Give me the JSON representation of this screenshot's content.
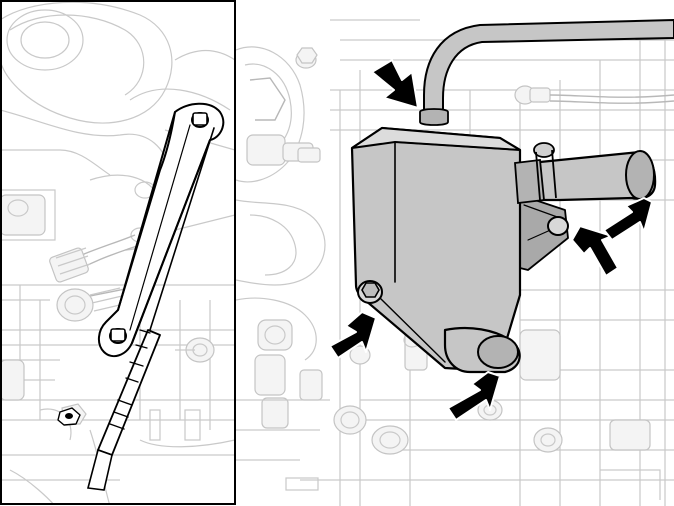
{
  "figure": {
    "panels": [
      {
        "id": "left",
        "subject": "bracket-removal",
        "callouts": 0
      },
      {
        "id": "right",
        "subject": "oil-separator-removal",
        "callouts": 5
      }
    ],
    "colors": {
      "line": "#000000",
      "part_fill": "#c6c6c6",
      "background_lines": "#c9c9c9",
      "callout": "#000000"
    }
  }
}
